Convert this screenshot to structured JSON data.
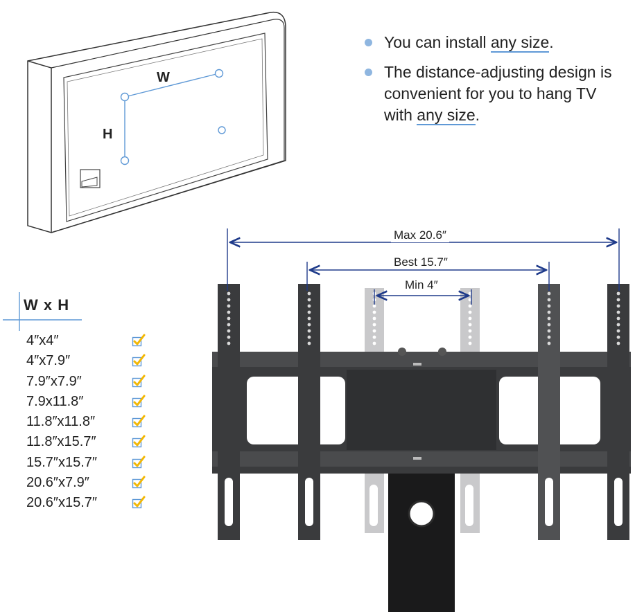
{
  "tv_diagram": {
    "width_label": "W",
    "height_label": "H"
  },
  "bullets": [
    {
      "text_before": "You can install ",
      "highlight": "any size",
      "text_after": "."
    },
    {
      "text_before": "The distance-adjusting design is convenient for you to hang TV with ",
      "highlight": "any size",
      "text_after": "."
    }
  ],
  "measurements": {
    "max": "Max 20.6″",
    "best": "Best 15.7″",
    "min": "Min 4″"
  },
  "size_table": {
    "header": "W x H",
    "rows": [
      "4″x4″",
      "4″x7.9″",
      "7.9″x7.9″",
      "7.9x11.8″",
      "11.8″x11.8″",
      "11.8″x15.7″",
      "15.7″x15.7″",
      "20.6″x7.9″",
      "20.6″x15.7″"
    ]
  },
  "colors": {
    "accent": "#5f99d6",
    "arrow": "#1e3a8a",
    "bracket": "#3a3b3d",
    "check": "#f2b705"
  },
  "icons": {
    "bullet": "dot-icon",
    "row_mark": "checkbox-checked-icon"
  }
}
